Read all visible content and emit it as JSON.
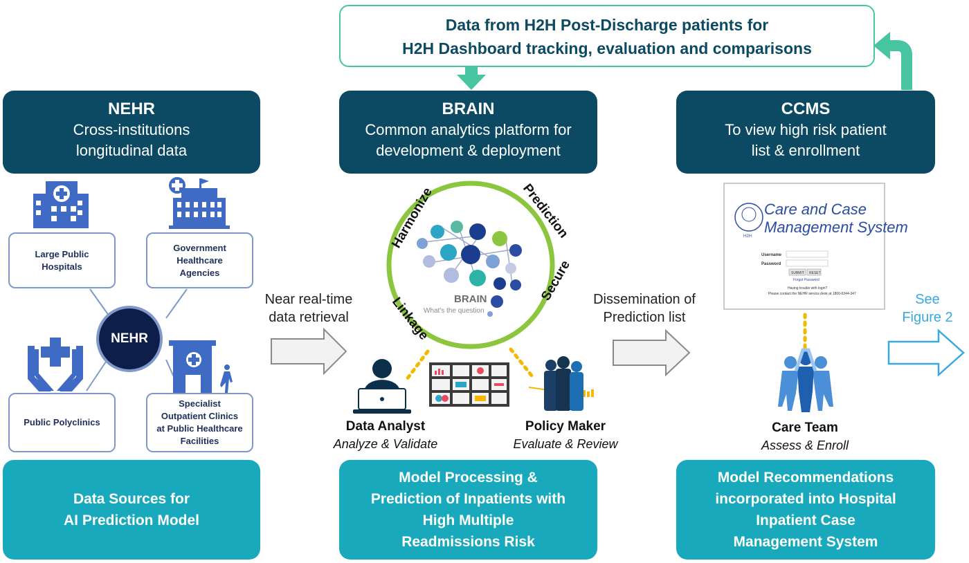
{
  "top_box": {
    "line1": "Data from H2H Post-Discharge patients for",
    "line2": "H2H Dashboard tracking, evaluation and comparisons"
  },
  "columns": [
    {
      "title": "NEHR",
      "subtitle1": "Cross-institutions",
      "subtitle2": "longitudinal data"
    },
    {
      "title": "BRAIN",
      "subtitle1": "Common analytics platform for",
      "subtitle2": "development & deployment"
    },
    {
      "title": "CCMS",
      "subtitle1": "To view high risk patient",
      "subtitle2": "list & enrollment"
    }
  ],
  "nehr_hub": {
    "label": "NEHR"
  },
  "sources": [
    {
      "label": "Large Public\nHospitals"
    },
    {
      "label": "Government\nHealthcare\nAgencies"
    },
    {
      "label": "Public Polyclinics"
    },
    {
      "label": "Specialist\nOutpatient Clinics\nat Public Healthcare\nFacilities"
    }
  ],
  "flow_labels": {
    "retrieval": "Near real-time\ndata retrieval",
    "dissemination": "Dissemination of\nPrediction list",
    "see_figure": "See\nFigure 2"
  },
  "brain_ring": {
    "words": [
      "Harmonize",
      "Prediction",
      "Secure",
      "Linkage"
    ],
    "logo_text": "BRAIN",
    "logo_sub": "What's the question"
  },
  "roles": [
    {
      "name": "Data Analyst",
      "desc": "Analyze & Validate"
    },
    {
      "name": "Policy Maker",
      "desc": "Evaluate & Review"
    },
    {
      "name": "Care Team",
      "desc": "Assess & Enroll"
    }
  ],
  "ccms_screen": {
    "title1": "Care and Case",
    "title2": "Management System",
    "username_label": "Username",
    "password_label": "Password",
    "submit": "SUBMIT",
    "reset": "RESET",
    "forgot": "Forgot Password",
    "help1": "Having trouble with login?",
    "help2": "Please contact the NEHR service desk at 1800-6344-347",
    "seal_text": "H2H"
  },
  "footers": [
    {
      "text": "Data Sources for\nAI Prediction Model"
    },
    {
      "text": "Model Processing &\nPrediction of Inpatients with\nHigh Multiple\nReadmissions Risk"
    },
    {
      "text": "Model Recommendations\nincorporated into Hospital\nInpatient Case\nManagement System"
    }
  ],
  "colors": {
    "header": "#0c4a63",
    "footer": "#19a9bd",
    "accent_green": "#47c4a0",
    "ring_green": "#8cc63f",
    "icon_blue": "#3f6bc4",
    "dotted_orange": "#f5b800",
    "figure_arrow": "#39a9e0"
  }
}
